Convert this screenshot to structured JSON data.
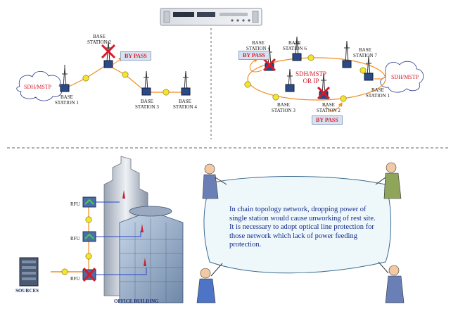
{
  "device_panel": {
    "name": "rack-equipment-front-panel"
  },
  "colors": {
    "link": "#f28c1e",
    "cloud_text": "#d21b2b",
    "banner_text": "#142a8c",
    "bypass_fill": "#d7e1ef",
    "divider": "#555555"
  },
  "chain_diagram": {
    "cloud": "SDH/MSTP",
    "bypass": "BY PASS",
    "stations": {
      "s1": [
        "BASE",
        "STATION 1"
      ],
      "s2": [
        "BASE",
        "STATION 2"
      ],
      "s3": [
        "BASE",
        "STATION 3"
      ],
      "s4": [
        "BASE",
        "STATION 4"
      ]
    }
  },
  "ring_diagram": {
    "cloud": "SDH/MSTP",
    "center": [
      "SDH/MSTP",
      "OR IP"
    ],
    "bypass_top": "BY PASS",
    "bypass_bottom": "BY PASS",
    "stations": {
      "s4": [
        "BASE",
        "STATION 4"
      ],
      "s6": [
        "BASE",
        "STATION 6"
      ],
      "s7": [
        "BASE",
        "STATION 7"
      ],
      "s1": [
        "BASE",
        "STATION 1"
      ],
      "s3": [
        "BASE",
        "STATION 3"
      ],
      "s2": [
        "BASE",
        "STATION 2"
      ]
    }
  },
  "building_diagram": {
    "rfu": "RFU",
    "sources": "SOURCES",
    "office_building": "OFFICE BUILDING"
  },
  "banner_text": "In chain topology network, dropping power of single station would cause unworking of rest site. It is necessary to adopt optical line protection for those network which lack of power feeding protection."
}
